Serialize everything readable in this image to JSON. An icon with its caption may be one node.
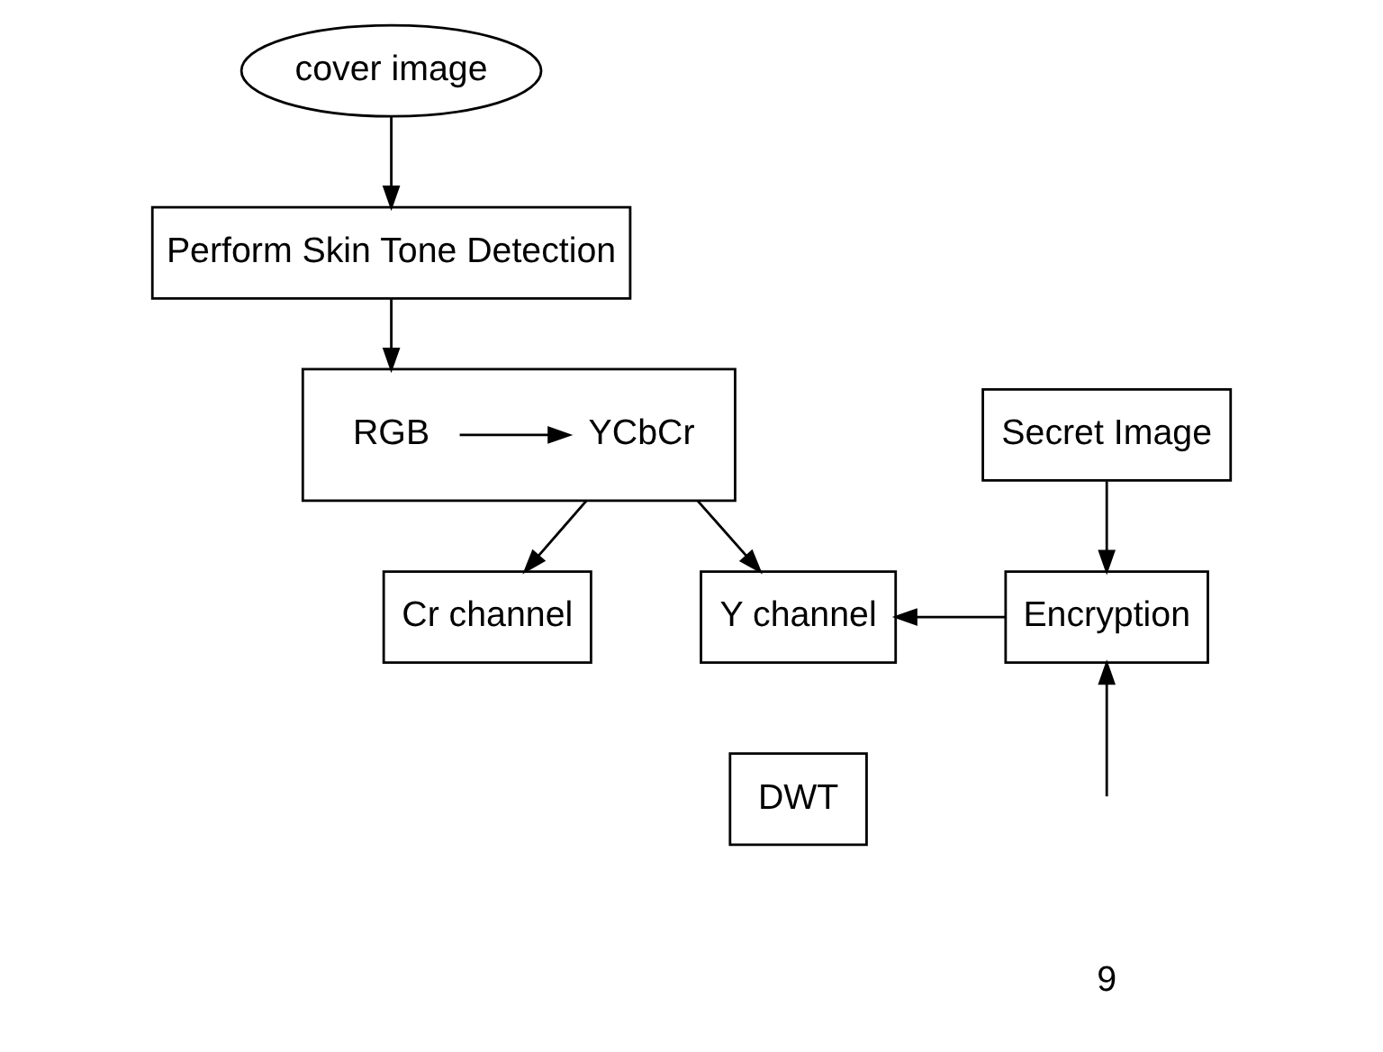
{
  "diagram": {
    "nodes": [
      {
        "text": [
          "cover image"
        ]
      },
      {
        "text": [
          "Perform Skin Tone Detection"
        ]
      },
      {
        "text": [],
        "shape": "box"
      },
      {
        "text": [
          "RGB"
        ],
        "in": 2
      },
      {
        "text": [
          "YCbCr"
        ],
        "in": 2
      },
      {
        "text": [
          "Cr channel"
        ]
      },
      {
        "text": [
          "Secret Image"
        ]
      },
      {
        "text": [
          "Y channel"
        ]
      },
      {
        "text": [
          "Encryption"
        ]
      },
      {
        "text": [
          "DWT"
        ]
      }
    ],
    "edges": [
      {
        "from": 0,
        "to": 1,
        "arrow": "to"
      },
      {
        "from": 1,
        "to": 2,
        "arrow": "to"
      },
      {
        "from": 3,
        "to": 4,
        "arrow": "to"
      },
      {
        "from": 2,
        "to": 5,
        "arrow": "to"
      },
      {
        "from": 2,
        "to": 7,
        "arrow": "to"
      },
      {
        "from": 6,
        "to": 8,
        "arrow": "to"
      },
      {
        "from": 8,
        "to": 7,
        "arrow": "to"
      },
      {
        "from": null,
        "to": 8,
        "arrow": "to"
      }
    ],
    "labels": [
      "9"
    ]
  }
}
